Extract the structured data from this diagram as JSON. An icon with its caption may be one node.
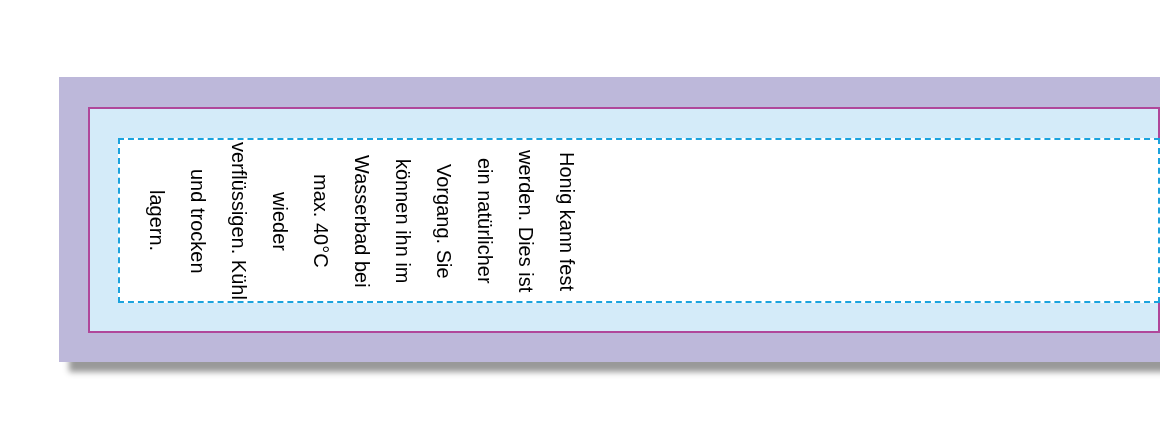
{
  "diagram": {
    "nodes": [
      {
        "text": [],
        "shape": "box"
      },
      {
        "text": [],
        "shape": "box",
        "in": 0
      },
      {
        "text": [
          "Honig kann fest werden. Dies ist ein natürlicher Vorgang. Sie können ihn im Wasserbad bei max. 40°C wieder verflüssigen. Kühl und trocken lagern."
        ],
        "in": 1
      }
    ]
  }
}
